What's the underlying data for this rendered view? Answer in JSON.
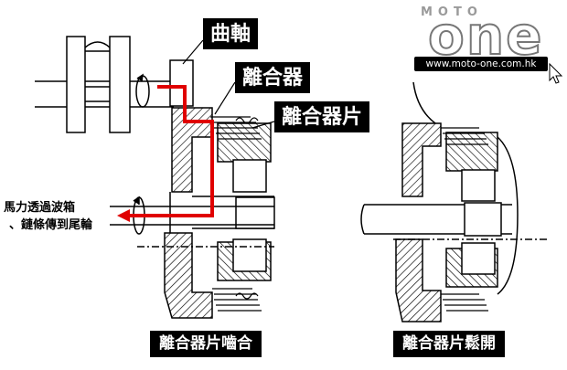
{
  "labels": {
    "crankshaft": "曲軸",
    "clutch": "離合器",
    "clutch_plates": "離合器片",
    "power_note_line1": "馬力透過波箱",
    "power_note_line2": "、鏈條傳到尾輪",
    "engaged_caption": "離合器片嚙合",
    "released_caption": "離合器片鬆開"
  },
  "logo": {
    "small_text": "MOTO",
    "big_text": "one",
    "url": "www.moto-one.com.hk"
  },
  "colors": {
    "power_path": "#e00000",
    "line": "#000000",
    "hatch": "#000000",
    "tag_bg": "#000000",
    "tag_text": "#ffffff"
  },
  "icons": {
    "cursor": "mouse-pointer-icon"
  }
}
